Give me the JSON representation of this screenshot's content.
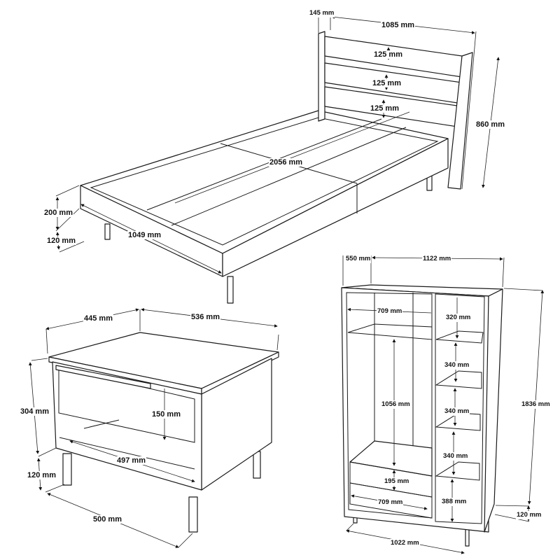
{
  "diagram": {
    "description": "Dimensioned line drawings of a bedroom furniture set",
    "items": {
      "bed": {
        "name": "Single bed",
        "dims": {
          "headboard_post_depth": "145 mm",
          "headboard_width": "1085 mm",
          "slat_gap_1": "125 mm",
          "slat_gap_2": "125 mm",
          "slat_gap_3": "125 mm",
          "headboard_height": "860 mm",
          "frame_length": "2056 mm",
          "frame_height": "200 mm",
          "leg_height": "120 mm",
          "frame_width": "1049 mm"
        }
      },
      "nightstand": {
        "name": "Nightstand",
        "dims": {
          "depth": "445 mm",
          "width": "536 mm",
          "body_height": "304 mm",
          "drawer_height": "150 mm",
          "inner_width": "497 mm",
          "leg_height": "120 mm",
          "base_width": "500 mm"
        }
      },
      "wardrobe": {
        "name": "Wardrobe",
        "dims": {
          "depth": "550 mm",
          "width": "1122 mm",
          "upper_compartment_width": "709 mm",
          "top_shelf_gap": "320 mm",
          "shelf_gap_1": "340 mm",
          "shelf_gap_2": "340 mm",
          "shelf_gap_3": "340 mm",
          "bottom_shelf_gap": "388 mm",
          "hanging_height": "1056 mm",
          "drawer_height": "195 mm",
          "drawer_width": "709 mm",
          "total_height": "1836 mm",
          "leg_height": "120 mm",
          "base_width": "1022 mm"
        }
      }
    }
  }
}
